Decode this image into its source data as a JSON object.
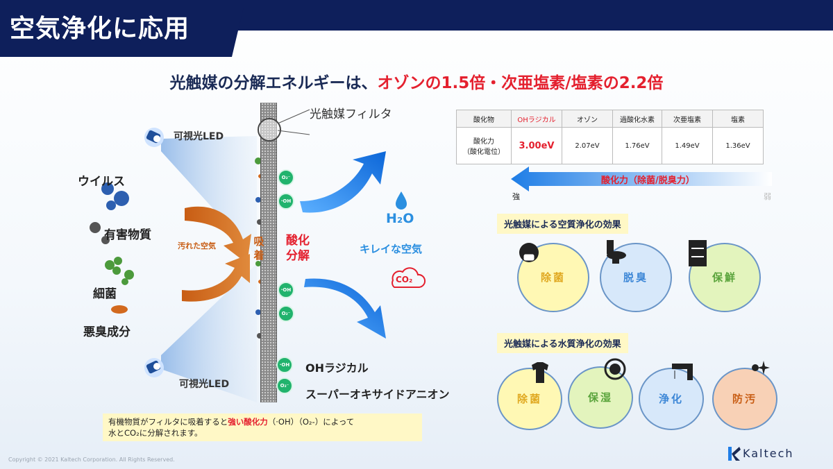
{
  "page_title": "空気浄化に応用",
  "headline": {
    "part1": "光触媒の分解エネルギーは、",
    "part2": "オゾンの1.5倍・次亜塩素/塩素の2.2倍"
  },
  "diagram": {
    "filter_label": "光触媒フィルタ",
    "led_top": "可視光LED",
    "led_bottom": "可視光LED",
    "pollutants": [
      "ウイルス",
      "有害物質",
      "細菌",
      "悪臭成分"
    ],
    "dirty_air": "汚れた空気",
    "adsorb": "吸着",
    "oxidize": "酸化分解",
    "water": "H₂O",
    "clean_air": "キレイな空気",
    "co2": "CO₂",
    "ion_o2": "O₂⁻",
    "ion_oh": "·OH",
    "legend_oh": "OHラジカル",
    "legend_o2": "スーパーオキサイドアニオン"
  },
  "table": {
    "headers": [
      "酸化物",
      "OHラジカル",
      "オゾン",
      "過酸化水素",
      "次亜塩素",
      "塩素"
    ],
    "row_label_1": "酸化力",
    "row_label_2": "（酸化電位）",
    "values": [
      "3.00eV",
      "2.07eV",
      "1.76eV",
      "1.49eV",
      "1.36eV"
    ]
  },
  "oxidation_arrow": {
    "label": "酸化力（除菌/脱臭力）",
    "strong": "強",
    "weak": "弱"
  },
  "air_effects": {
    "title": "光触媒による空質浄化の効果",
    "items": [
      "除菌",
      "脱臭",
      "保鮮"
    ]
  },
  "water_effects": {
    "title": "光触媒による水質浄化の効果",
    "items": [
      "除菌",
      "保湿",
      "浄化",
      "防汚"
    ]
  },
  "note": {
    "text1": "有機物質がフィルタに吸着すると",
    "text_red": "強い酸化力",
    "text2": "（·OH）（O₂-）によって",
    "text3": "水とCO₂に分解されます。"
  },
  "copyright": "Copyright © 2021 Kaltech Corporation. All Rights Reserved.",
  "brand": "Kaltech",
  "colors": {
    "navy": "#0e1f5b",
    "accent_red": "#e4202e",
    "arrow_blue": "#1e7de6",
    "arrow_orange": "#d2691e",
    "ion_green": "#21b36d",
    "note_bg": "#fff8c6"
  }
}
